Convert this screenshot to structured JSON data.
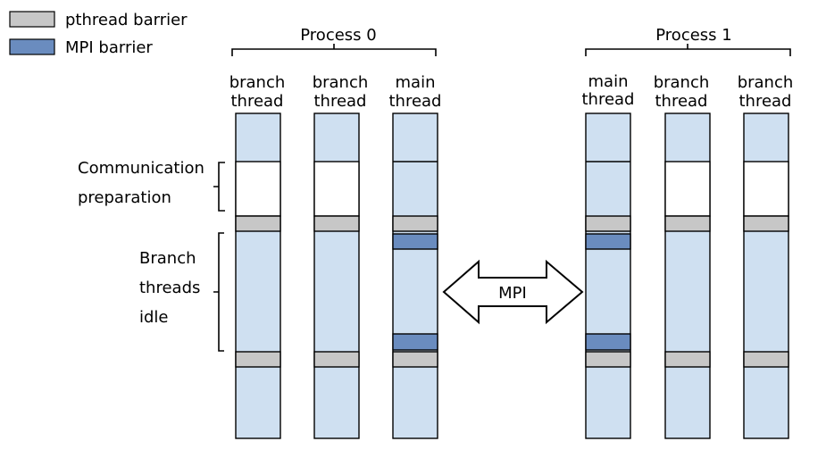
{
  "legend": {
    "pthread_barrier": "pthread barrier",
    "mpi_barrier": "MPI barrier"
  },
  "colors": {
    "thread_fill": "#cfe0f1",
    "pthread_barrier": "#c7c7c7",
    "mpi_barrier": "#6a8cbf",
    "comm_prep": "#ffffff"
  },
  "processes": [
    {
      "label": "Process 0",
      "threads": [
        {
          "label": [
            "branch",
            "thread"
          ],
          "role": "branch"
        },
        {
          "label": [
            "branch",
            "thread"
          ],
          "role": "branch"
        },
        {
          "label": [
            "main",
            "thread"
          ],
          "role": "main"
        }
      ]
    },
    {
      "label": "Process 1",
      "threads": [
        {
          "label": [
            "main",
            "thread"
          ],
          "role": "main"
        },
        {
          "label": [
            "branch",
            "thread"
          ],
          "role": "branch"
        },
        {
          "label": [
            "branch",
            "thread"
          ],
          "role": "branch"
        }
      ]
    }
  ],
  "annotations": {
    "communication_preparation": [
      "Communication",
      "preparation"
    ],
    "branch_threads_idle": [
      "Branch",
      "threads",
      "idle"
    ]
  },
  "arrow_label": "MPI"
}
